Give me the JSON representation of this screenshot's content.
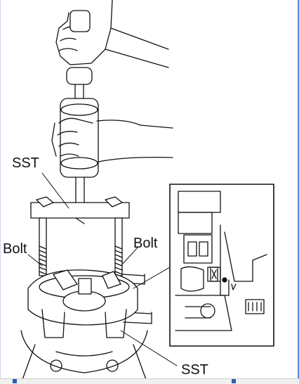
{
  "labels": {
    "sst_top": "SST",
    "bolt_left": "Bolt",
    "bolt_right": "Bolt",
    "sst_bottom": "SST"
  },
  "colors": {
    "line": "#111111",
    "border": "#5a8fd8",
    "icon": "#2b5fb3"
  }
}
